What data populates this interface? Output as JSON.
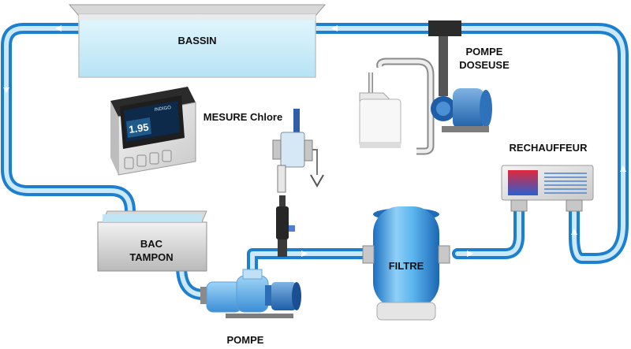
{
  "labels": {
    "bassin": "BASSIN",
    "pompe_doseuse_line1": "POMPE",
    "pompe_doseuse_line2": "DOSEUSE",
    "mesure_chlore": "MESURE Chlore",
    "rechauffeur": "RECHAUFFEUR",
    "bac_tampon_line1": "BAC",
    "bac_tampon_line2": "TAMPON",
    "filtre": "FILTRE",
    "pompe": "POMPE"
  },
  "controller": {
    "brand": "INDIGO",
    "reading": "1.95"
  },
  "colors": {
    "pipe_outer": "#1c7fcf",
    "pipe_inner": "#bfe3fb",
    "water": "#cdeefa",
    "equipment_blue": "#2a6fb5",
    "heater_hot": "#d9263a",
    "heater_cold": "#2a5fd0"
  }
}
